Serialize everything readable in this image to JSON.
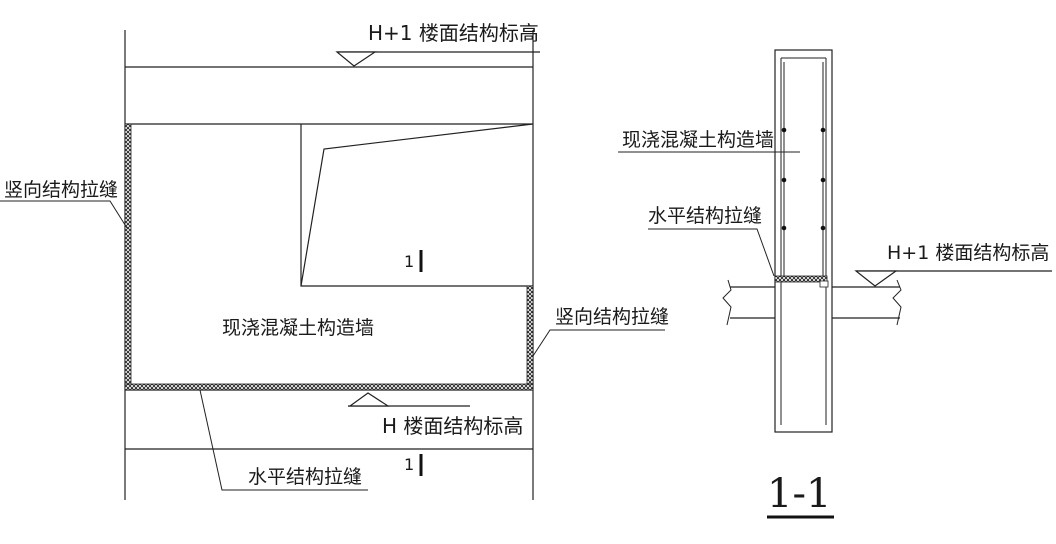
{
  "elevation_view": {
    "top_level_label": "H+1  楼面结构标高",
    "bottom_level_label": "H  楼面结构标高",
    "left_joint_label": "竖向结构拉缝",
    "right_joint_label": "竖向结构拉缝",
    "bottom_joint_label": "水平结构拉缝",
    "wall_label": "现浇混凝土构造墙",
    "section_mark_upper": "1",
    "section_mark_lower": "1"
  },
  "section_view": {
    "wall_label": "现浇混凝土构造墙",
    "joint_label": "水平结构拉缝",
    "level_label": "H+1  楼面结构标高",
    "title": "1-1"
  }
}
